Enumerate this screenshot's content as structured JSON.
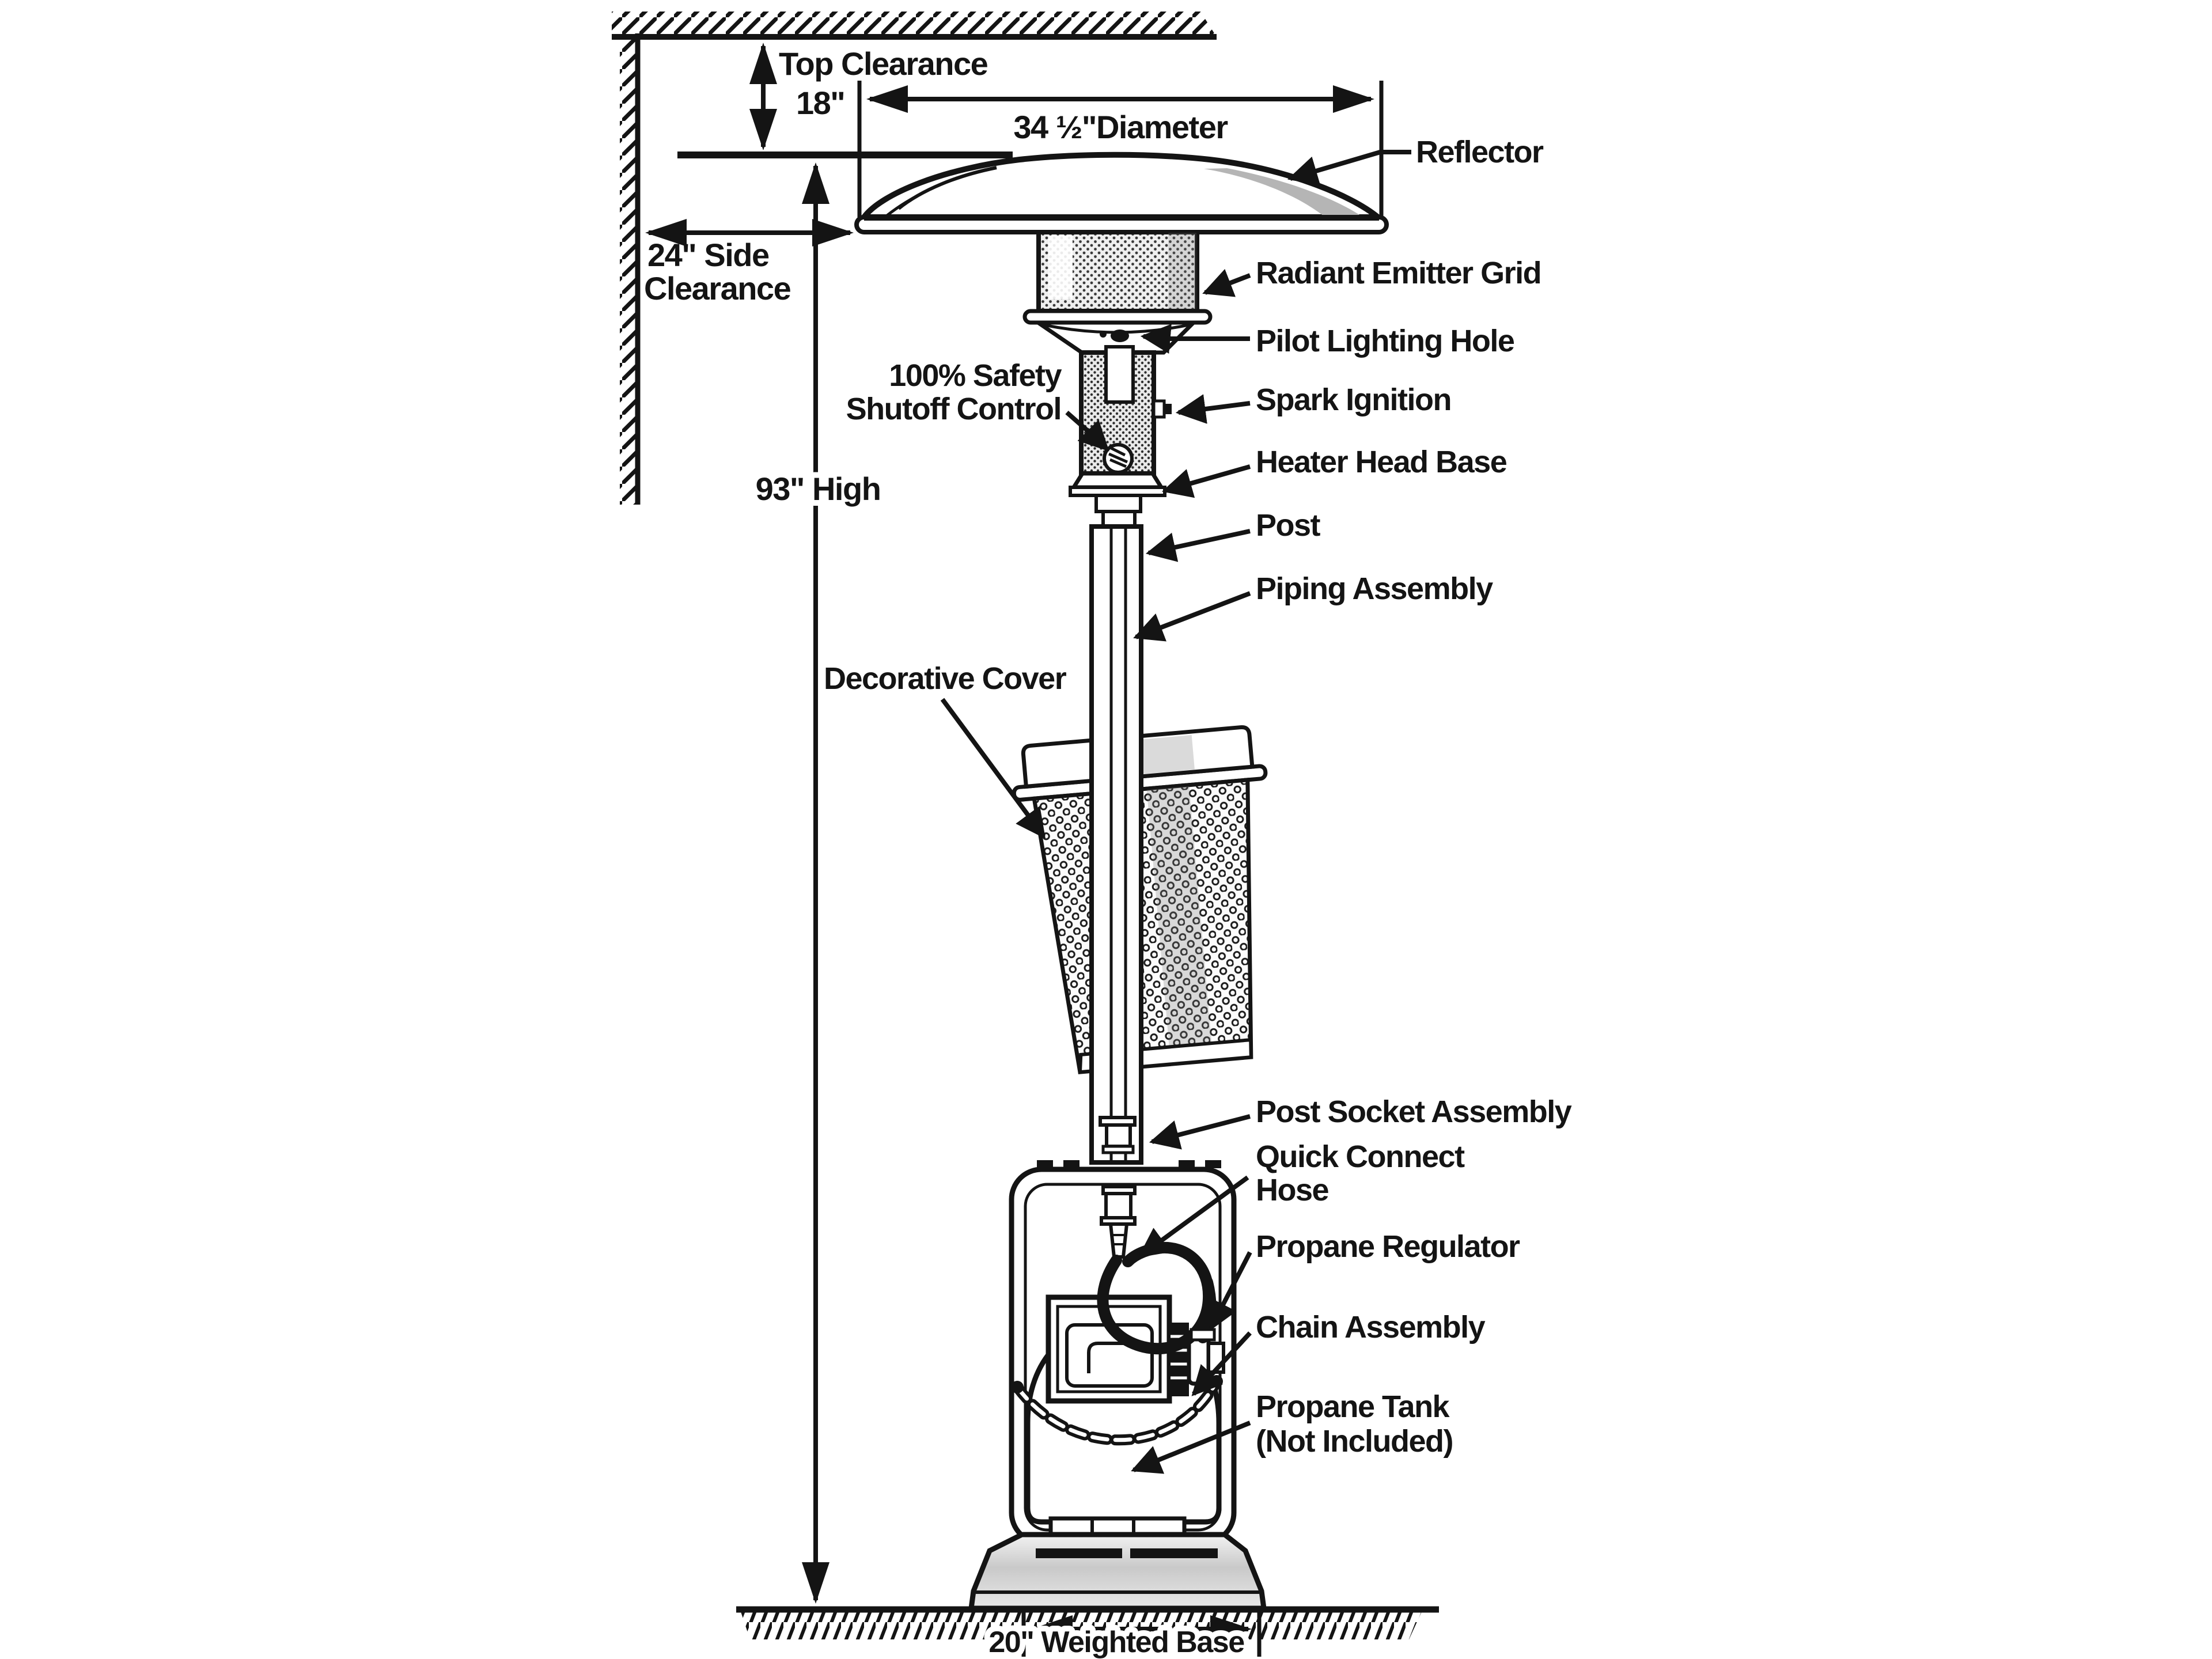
{
  "diagram": {
    "type": "patio-heater-parts-and-clearance-diagram",
    "colors": {
      "ink": "#141414",
      "shade": "#b5b5b5",
      "light_shade": "#e8e8e8",
      "background": "#ffffff"
    },
    "dimensions": {
      "top_clearance_label": "Top Clearance",
      "top_clearance_value": "18\"",
      "diameter": "34 ½\"Diameter",
      "side_clearance_line1": "24\" Side",
      "side_clearance_line2": "Clearance",
      "height": "93\" High",
      "base": "20\" Weighted Base"
    },
    "parts": {
      "reflector": "Reflector",
      "radiant_emitter_grid": "Radiant Emitter Grid",
      "pilot_lighting_hole": "Pilot Lighting Hole",
      "safety_shutoff_line1": "100% Safety",
      "safety_shutoff_line2": "Shutoff Control",
      "spark_ignition": "Spark Ignition",
      "heater_head_base": "Heater Head Base",
      "post": "Post",
      "piping_assembly": "Piping Assembly",
      "decorative_cover": "Decorative Cover",
      "post_socket_assembly": "Post Socket Assembly",
      "quick_connect_line1": "Quick Connect",
      "quick_connect_line2": "Hose",
      "propane_regulator": "Propane Regulator",
      "chain_assembly": "Chain Assembly",
      "propane_tank_line1": "Propane Tank",
      "propane_tank_line2": "(Not Included)"
    }
  }
}
